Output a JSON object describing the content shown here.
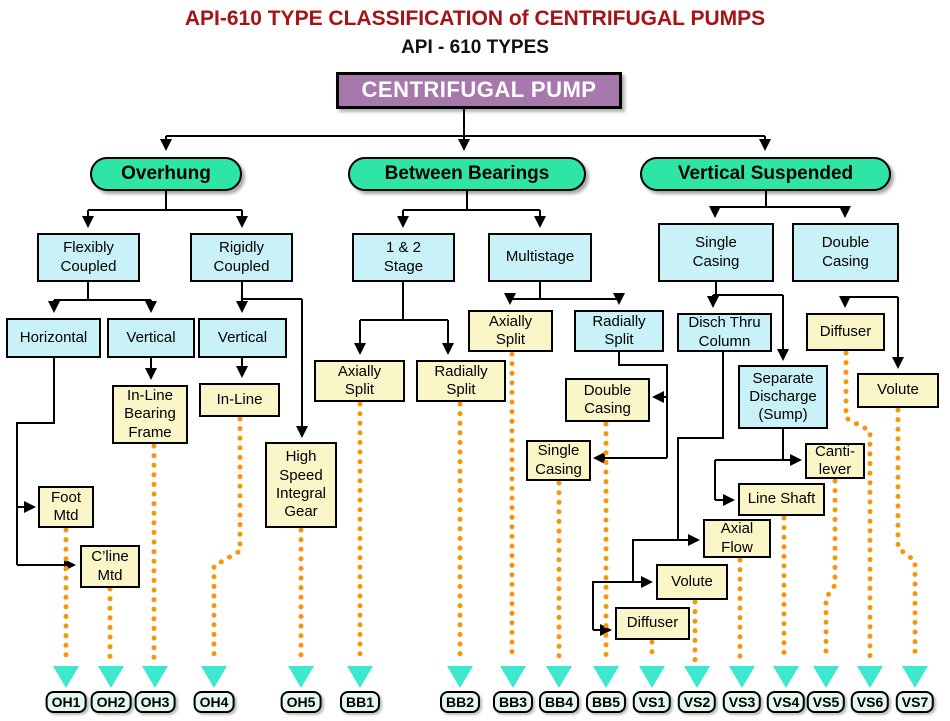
{
  "title": "API-610 TYPE CLASSIFICATION of CENTRIFUGAL PUMPS",
  "subtitle": "API - 610 TYPES",
  "root": "CENTRIFUGAL PUMP",
  "branches": {
    "overhung": "Overhung",
    "between_bearings": "Between Bearings",
    "vertical_suspended": "Vertical Suspended"
  },
  "nodes": {
    "flexibly_coupled": "Flexibly\nCoupled",
    "rigidly_coupled": "Rigidly\nCoupled",
    "stage_1_2": "1 & 2\nStage",
    "multistage": "Multistage",
    "single_casing_vs": "Single\nCasing",
    "double_casing_vs": "Double\nCasing",
    "horizontal": "Horizontal",
    "vertical_flex": "Vertical",
    "vertical_rigid": "Vertical",
    "inline_bearing_frame": "In-Line\nBearing\nFrame",
    "inline": "In-Line",
    "high_speed_integral_gear": "High\nSpeed\nIntegral\nGear",
    "foot_mtd": "Foot\nMtd",
    "cline_mtd": "C’line\nMtd",
    "axially_split_12": "Axially\nSplit",
    "radially_split_12": "Radially\nSplit",
    "axially_split_ms": "Axially\nSplit",
    "radially_split_ms": "Radially\nSplit",
    "double_casing_bb": "Double\nCasing",
    "single_casing_bb": "Single\nCasing",
    "disch_thru_column": "Disch Thru\nColumn",
    "separate_discharge_sump": "Separate\nDischarge\n(Sump)",
    "diffuser_dc": "Diffuser",
    "volute_dc": "Volute",
    "cantilever": "Canti-\nlever",
    "line_shaft": "Line Shaft",
    "axial_flow": "Axial\nFlow",
    "volute_staircase": "Volute",
    "diffuser_staircase": "Diffuser"
  },
  "terminals": [
    "OH1",
    "OH2",
    "OH3",
    "OH4",
    "OH5",
    "BB1",
    "BB2",
    "BB3",
    "BB4",
    "BB5",
    "VS1",
    "VS2",
    "VS3",
    "VS4",
    "VS5",
    "VS6",
    "VS7"
  ],
  "colors": {
    "title_red": "#A61315",
    "pill_green": "#2EE5A5",
    "box_blue": "#C9F2F8",
    "box_yellow": "#FAF6C8",
    "pump_purple": "#A678AC",
    "terminal_green": "#E4F8EC",
    "dotted_orange": "#F8960B",
    "arrow_cyan": "#3CE8CE"
  }
}
